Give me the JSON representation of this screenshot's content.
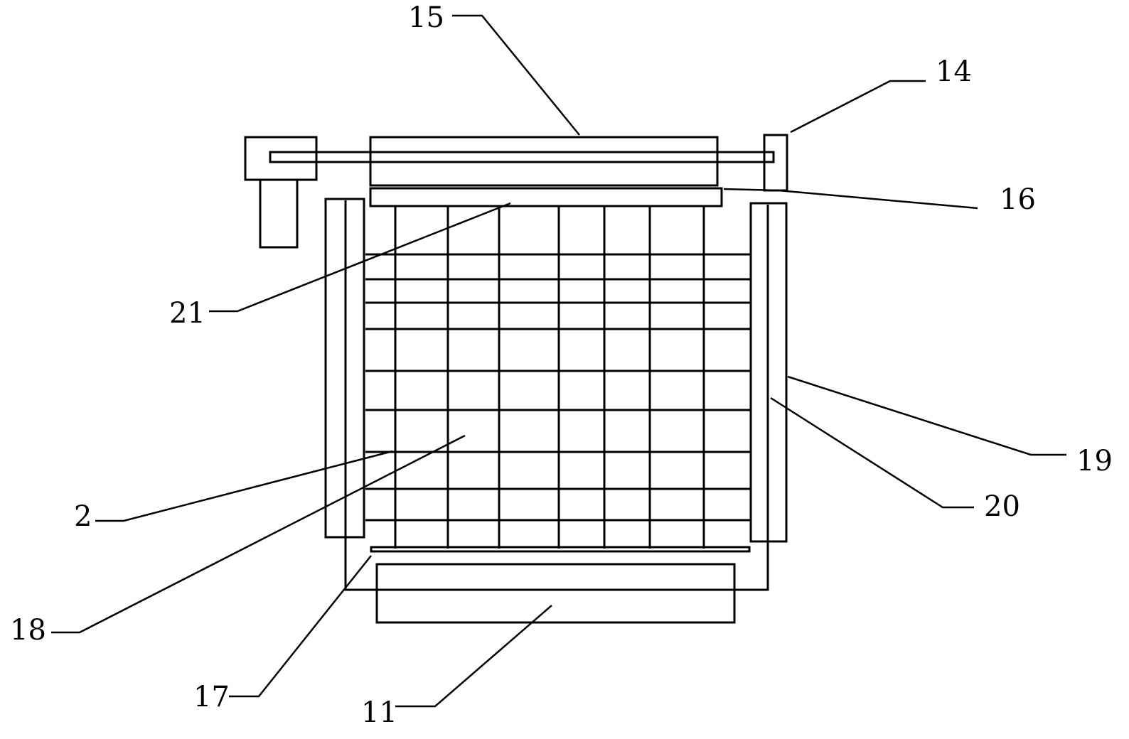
{
  "diagram": {
    "callouts": {
      "c15": "15",
      "c14": "14",
      "c16": "16",
      "c21": "21",
      "c19": "19",
      "c20": "20",
      "c2": "2",
      "c18": "18",
      "c17": "17",
      "c11": "11"
    }
  }
}
